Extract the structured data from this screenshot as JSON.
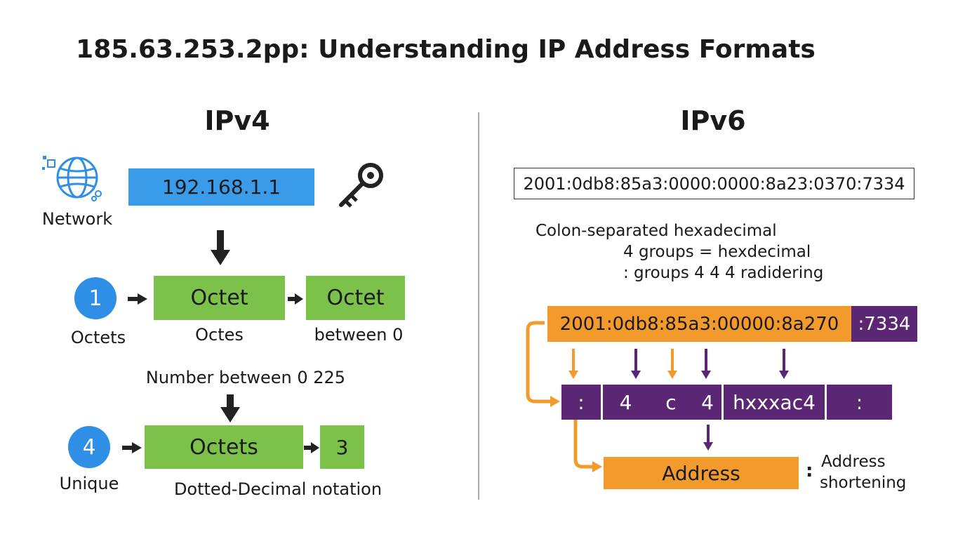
{
  "title": "185.63.253.2pp: Understanding IP Address Formats",
  "ipv4": {
    "heading": "IPv4",
    "network_label": "Network",
    "address": "192.168.1.1",
    "row1": {
      "circle": "1",
      "circle_label": "Octets",
      "box_a": "Octet",
      "box_a_label": "Octes",
      "box_b": "Octet",
      "box_b_label": "between 0"
    },
    "middle_label": "Number between 0 225",
    "row2": {
      "circle": "4",
      "circle_label": "Unique",
      "box_a": "Octets",
      "box_b": "3",
      "bottom_label": "Dotted-Decimal notation"
    }
  },
  "ipv6": {
    "heading": "IPv6",
    "address": "2001:0db8:85a3:0000:0000:8a23:0370:7334",
    "desc_line1": "Colon-separated hexadecimal",
    "desc_line2": "4 groups = hexdecimal",
    "desc_line3": ": groups 4 4 4 radidering",
    "bar_main": "2001:0db8:85a3:00000:8a270",
    "bar_end": ":7334",
    "segments": [
      ":",
      "4",
      "c",
      "4",
      "hxxxac4",
      ":"
    ],
    "address_box": "Address",
    "side_colon": ":",
    "side_label_1": "Address",
    "side_label_2": "shortening"
  },
  "colors": {
    "blue": "#3a9be8",
    "green": "#7cc24a",
    "orange": "#f39a2d",
    "purple": "#5b2775",
    "arrow_dark": "#222222"
  }
}
